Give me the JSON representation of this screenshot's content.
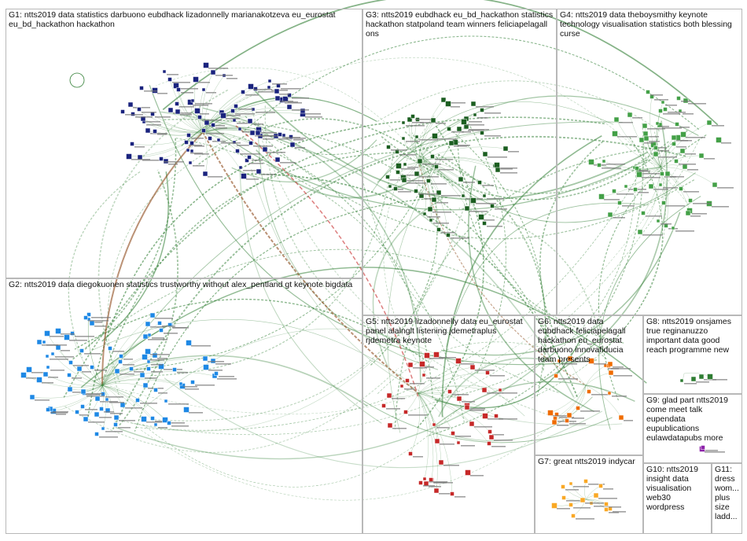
{
  "groups": [
    {
      "id": "G1",
      "label": "G1: ntts2019 data statistics darbuono eubdhack lizadonnelly marianakotzeva eu_eurostat eu_bd_hackathon hackathon",
      "color": "#1a237e"
    },
    {
      "id": "G2",
      "label": "G2: ntts2019 data diegokuonen statistics trustworthy without alex_pentland gt keynote bigdata",
      "color": "#1e88e5"
    },
    {
      "id": "G3",
      "label": "G3: ntts2019 eubdhack eu_bd_hackathon statistics hackathon statpoland team winners feliciapelagall ons",
      "color": "#1b5e20"
    },
    {
      "id": "G4",
      "label": "G4: ntts2019 data theboysmithy keynote technology visualisation statistics both blessing curse",
      "color": "#43a047"
    },
    {
      "id": "G5",
      "label": "G5: ntts2019 lizadonnelly data eu_eurostat panel alalnglt listening jdemetraplus rjdemetra keynote",
      "color": "#c62828"
    },
    {
      "id": "G6",
      "label": "G6: ntts2019 data eubdhack feliciapelagall hackathon eu_eurostat darbuono innovafiducia team presents",
      "color": "#ef6c00"
    },
    {
      "id": "G7",
      "label": "G7: great ntts2019 indycar",
      "color": "#f9a825"
    },
    {
      "id": "G8",
      "label": "G8: ntts2019 onsjames true reginanuzzo important data good reach programme new",
      "color": "#2e7d32"
    },
    {
      "id": "G9",
      "label": "G9: glad part ntts2019 come meet talk eupendata eupublications eulawdatapubs more",
      "color": "#8e24aa"
    },
    {
      "id": "G10",
      "label": "G10: ntts2019 insight data visualisation web30 wordpress",
      "color": "#757575"
    },
    {
      "id": "G11",
      "label": "G11: dress wom... plus size ladd...",
      "color": "#757575"
    }
  ],
  "edge_color": "#2e7d32"
}
